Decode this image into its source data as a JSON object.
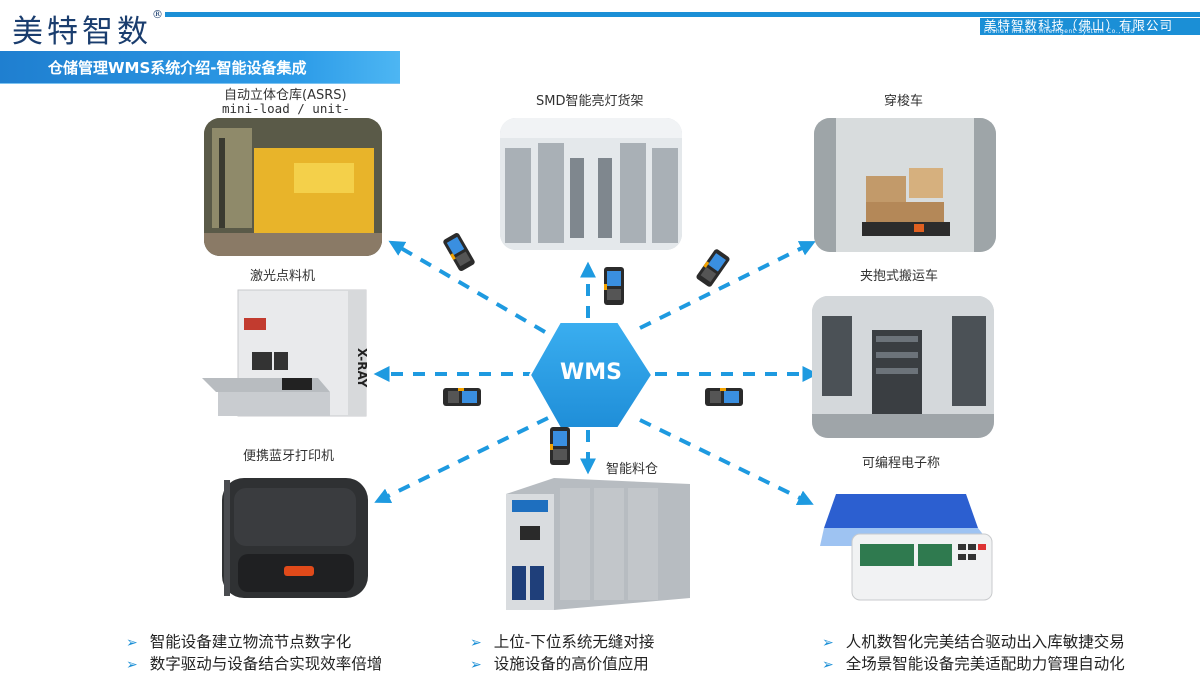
{
  "header": {
    "logo_text": "美特智数",
    "logo_mark": "®",
    "company_cn": "美特智数科技（佛山）有限公司",
    "company_en": "Foshan Instant Intelligent System Co., Ltd"
  },
  "page_title": "仓储管理WMS系统介绍-智能设备集成",
  "hub_label": "WMS",
  "devices": {
    "asrs_line1": "自动立体仓库(ASRS)",
    "asrs_line2": "mini-load / unit-",
    "smd": "SMD智能亮灯货架",
    "shuttle": "穿梭车",
    "xray": "激光点料机",
    "clamp_agv": "夹抱式搬运车",
    "printer": "便携蓝牙打印机",
    "tower": "智能料仓",
    "scale": "可编程电子称"
  },
  "bullets": {
    "left": [
      "智能设备建立物流节点数字化",
      "数字驱动与设备结合实现效率倍增"
    ],
    "center": [
      "上位-下位系统无缝对接",
      "设施设备的高价值应用"
    ],
    "right": [
      "人机数智化完美结合驱动出入库敏捷交易",
      "全场景智能设备完美适配助力管理自动化"
    ]
  },
  "colors": {
    "accent": "#1b8fd6",
    "hub": "#2b9fe6",
    "arrow": "#1e9ae0"
  },
  "icons": {
    "bullet": "chevron-right-icon",
    "handheld": "handheld-terminal-icon"
  }
}
